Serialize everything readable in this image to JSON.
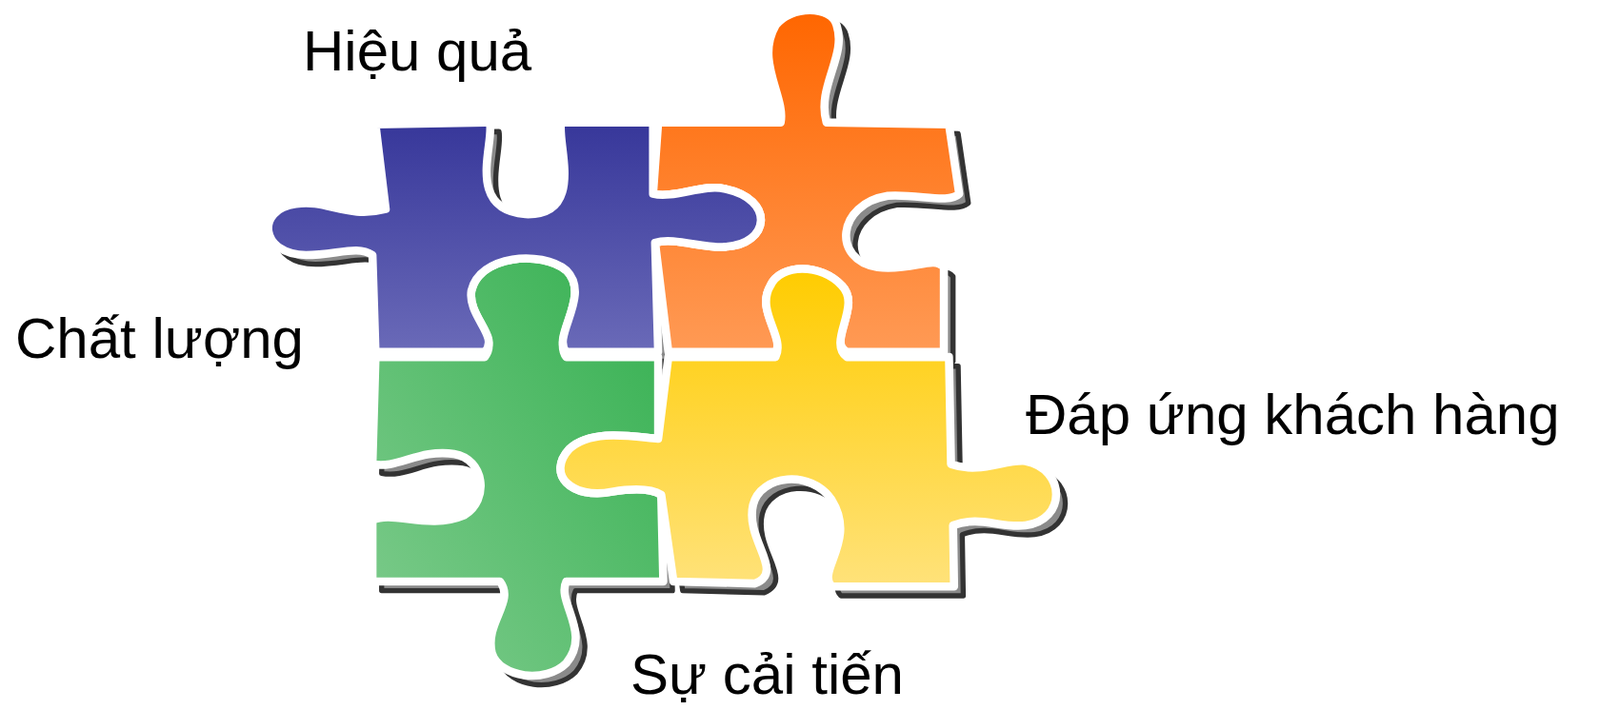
{
  "diagram": {
    "labels": [
      "Hiệu quả",
      "Chất lượng",
      "Đáp ứng khách hàng",
      "Sự cải tiến"
    ]
  }
}
